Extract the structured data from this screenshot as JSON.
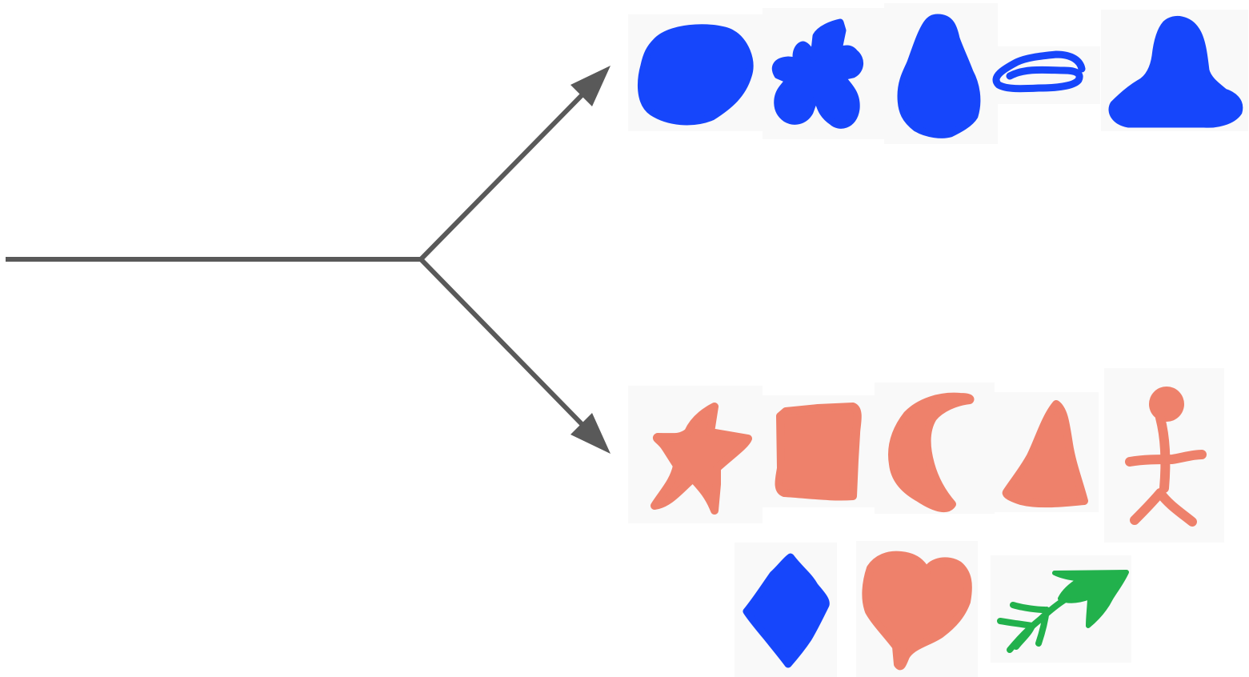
{
  "diagram": {
    "colors": {
      "connector": "#595959",
      "blue_group": "#1646fb",
      "salmon_group": "#ee816b",
      "green_accent": "#22b14c",
      "tile_background": "#f9f9f9"
    },
    "branches": [
      {
        "name": "upper",
        "color": "#1646fb",
        "shapes": [
          "circle",
          "flower",
          "pear",
          "oval",
          "bell"
        ]
      },
      {
        "name": "lower",
        "color": "#ee816b",
        "shapes": [
          "star",
          "square",
          "crescent",
          "triangle",
          "stick-figure"
        ]
      }
    ],
    "extra_shapes": [
      {
        "shape": "diamond",
        "color": "#1646fb"
      },
      {
        "shape": "heart",
        "color": "#ee816b"
      },
      {
        "shape": "arrow",
        "color": "#22b14c"
      }
    ]
  }
}
